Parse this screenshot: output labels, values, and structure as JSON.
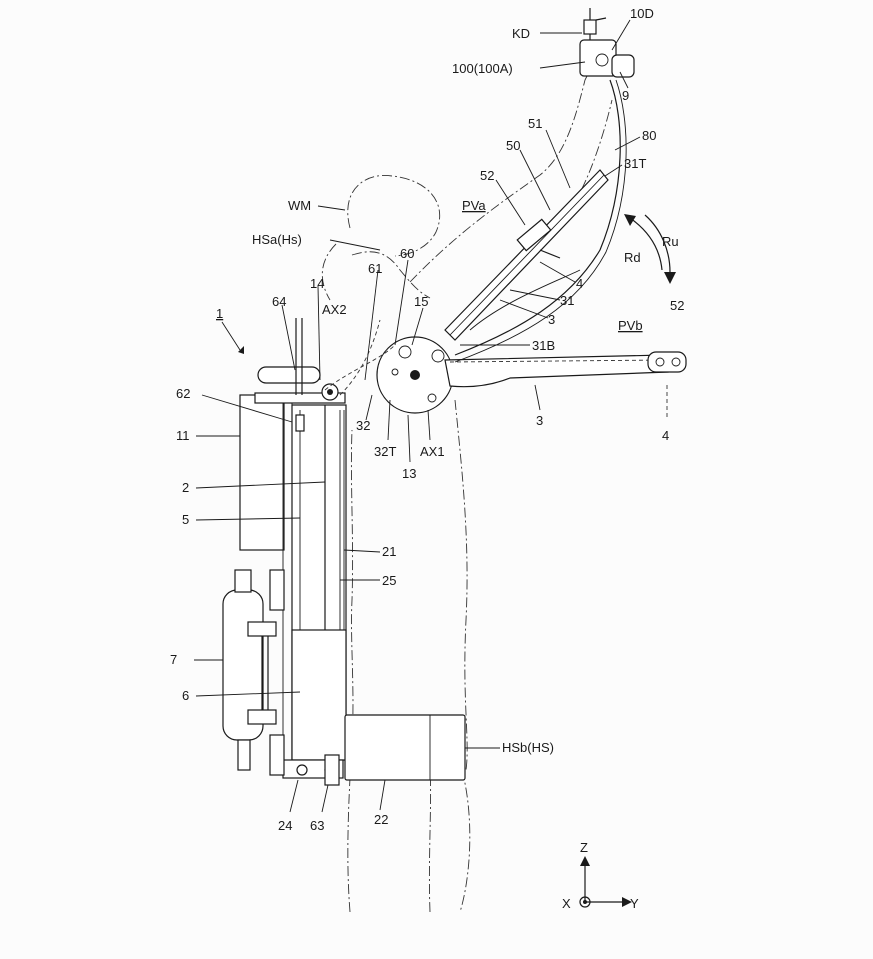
{
  "figure": {
    "reference_number": "1",
    "labels": {
      "KD": "KD",
      "d10D": "10D",
      "d100A": "100(100A)",
      "d9": "9",
      "d80": "80",
      "d51": "51",
      "d50": "50",
      "d31T": "31T",
      "d52a": "52",
      "PVa": "PVa",
      "WM": "WM",
      "HSa": "HSa(Hs)",
      "Ru": "Ru",
      "Rd": "Rd",
      "d4a": "4",
      "d60": "60",
      "d61": "61",
      "d14": "14",
      "d64": "64",
      "AX2": "AX2",
      "d15": "15",
      "d31a": "31",
      "d3a": "3",
      "d31B": "31B",
      "PVb": "PVb",
      "d52b": "52",
      "d62": "62",
      "d11": "11",
      "d32": "32",
      "d32T": "32T",
      "AX1": "AX1",
      "d13": "13",
      "d3b": "3",
      "d4b": "4",
      "d2": "2",
      "d5": "5",
      "d21": "21",
      "d25": "25",
      "d7": "7",
      "d6": "6",
      "HSb": "HSb(HS)",
      "d24": "24",
      "d63": "63",
      "d22": "22"
    },
    "axes": {
      "z": "Z",
      "x": "X",
      "y": "Y"
    }
  }
}
